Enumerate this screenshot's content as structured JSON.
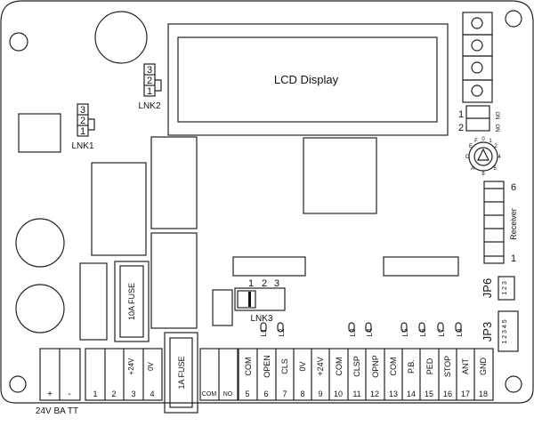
{
  "lcd": {
    "label": "LCD Display"
  },
  "links": {
    "lnk1": {
      "label": "LNK1",
      "pins": [
        "3",
        "2",
        "1"
      ]
    },
    "lnk2": {
      "label": "LNK2",
      "pins": [
        "3",
        "2",
        "1"
      ]
    },
    "lnk3": {
      "label": "LNK3",
      "pins": [
        "1",
        "2",
        "3"
      ]
    }
  },
  "dip": {
    "rows": [
      "1",
      "2"
    ],
    "on_text": "ON"
  },
  "rotary": {
    "digits": [
      "0",
      "1",
      "2",
      "3",
      "4",
      "5",
      "6",
      "7",
      "8",
      "9",
      "A",
      "B",
      "C",
      "D",
      "E",
      "F"
    ]
  },
  "receiver": {
    "label": "Receiver",
    "pin_top": "6",
    "pin_bottom": "1"
  },
  "jumpers": {
    "jp6": {
      "label": "JP6",
      "pins": "1 2 3"
    },
    "jp3": {
      "label": "JP3",
      "pins": "1 2 3 4 5"
    }
  },
  "fuses": {
    "fuse10a": "10A FUSE",
    "fuse1a": "1A FUSE"
  },
  "leds": [
    "L1",
    "L2",
    "L3",
    "L4",
    "L5",
    "L6",
    "L7",
    "L8"
  ],
  "battery_terminal": {
    "plus": "+",
    "minus": "-",
    "caption": "24V BA  TT"
  },
  "power_terminal": {
    "labels": [
      "",
      "",
      "+24V",
      "0V"
    ],
    "numbers": [
      "1",
      "2",
      "3",
      "4"
    ]
  },
  "relay_terminal": {
    "labels": [
      "COM",
      "NO"
    ]
  },
  "main_terminal": {
    "labels": [
      "COM",
      "OPEN",
      "CLS",
      "0V",
      "+24V",
      "COM",
      "CLSP",
      "OPNP",
      "COM",
      "P.B.",
      "PED",
      "STOP",
      "ANT",
      "GND"
    ],
    "numbers": [
      "5",
      "6",
      "7",
      "8",
      "9",
      "10",
      "11",
      "12",
      "13",
      "14",
      "15",
      "16",
      "17",
      "18"
    ]
  }
}
